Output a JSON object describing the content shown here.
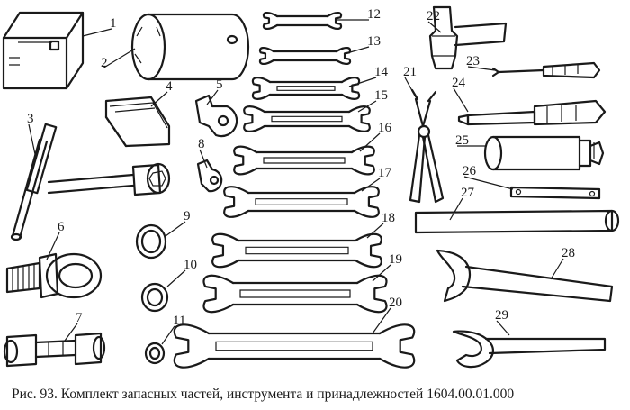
{
  "figure": {
    "caption": "Рис. 93. Комплект запасных частей, инструмента и принадлежностей 1604.00.01.000",
    "callouts": [
      "1",
      "2",
      "3",
      "4",
      "5",
      "6",
      "7",
      "8",
      "9",
      "10",
      "11",
      "12",
      "13",
      "14",
      "15",
      "16",
      "17",
      "18",
      "19",
      "20",
      "21",
      "22",
      "23",
      "24",
      "25",
      "26",
      "27",
      "28",
      "29"
    ]
  }
}
